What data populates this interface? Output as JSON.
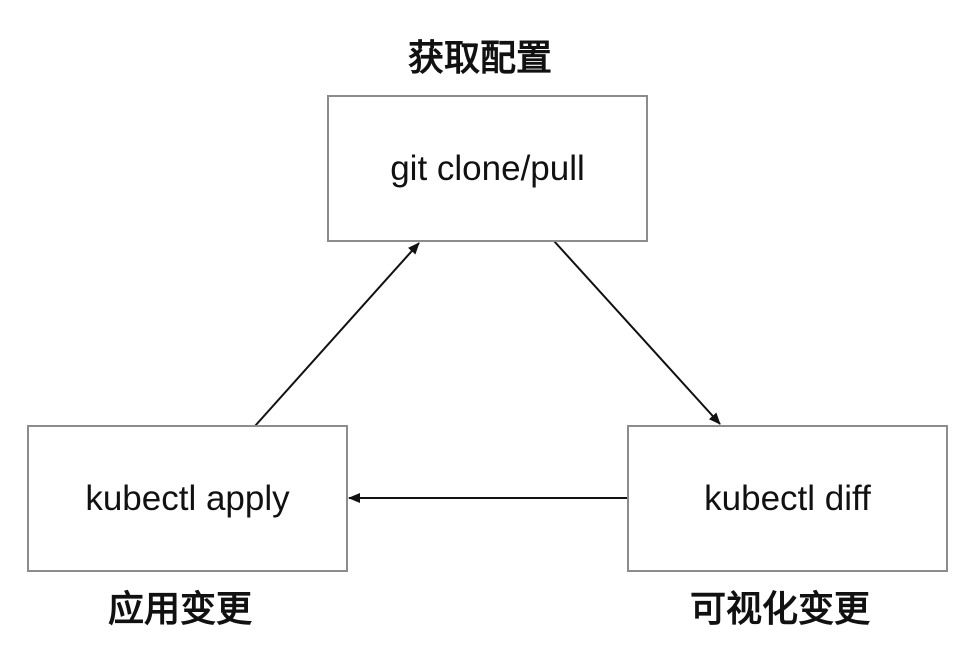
{
  "nodes": {
    "git": {
      "label": "git clone/pull",
      "caption": "获取配置"
    },
    "diff": {
      "label": "kubectl diff",
      "caption": "可视化变更"
    },
    "apply": {
      "label": "kubectl apply",
      "caption": "应用变更"
    }
  },
  "edges": [
    {
      "from": "git",
      "to": "diff"
    },
    {
      "from": "diff",
      "to": "apply"
    },
    {
      "from": "apply",
      "to": "git"
    }
  ],
  "colors": {
    "box_border": "#8c8c8c",
    "arrow": "#111111",
    "text": "#111111",
    "background": "#ffffff"
  }
}
